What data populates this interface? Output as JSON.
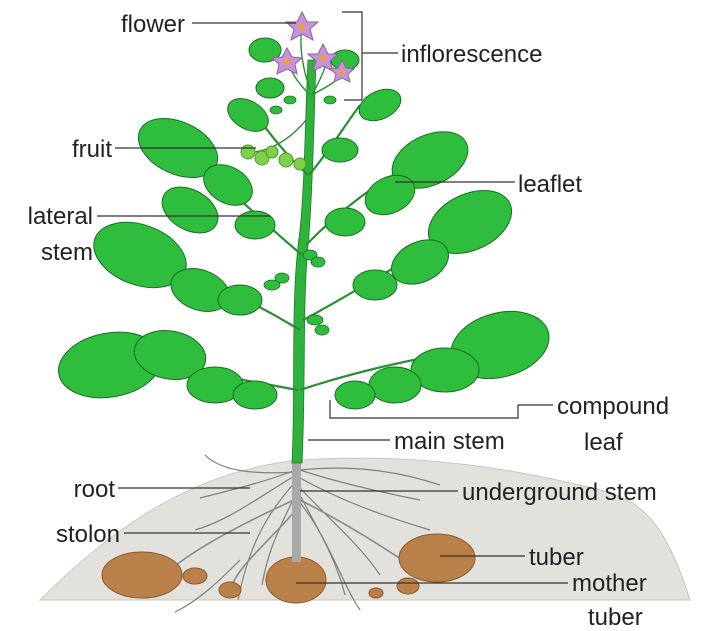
{
  "labels": {
    "flower": "flower",
    "inflorescence": "inflorescence",
    "fruit": "fruit",
    "lateral_stem_1": "lateral",
    "lateral_stem_2": "stem",
    "leaflet": "leaflet",
    "compound_leaf_1": "compound",
    "compound_leaf_2": "leaf",
    "main_stem": "main stem",
    "root": "root",
    "underground_stem": "underground stem",
    "stolon": "stolon",
    "tuber": "tuber",
    "mother_tuber_1": "mother",
    "mother_tuber_2": "tuber"
  },
  "colors": {
    "leaf": "#2ebd3c",
    "leaf_vein": "#1a6e22",
    "stem": "#2fb23b",
    "flower": "#c792d8",
    "flower_center": "#f2a21b",
    "fruit": "#7fd04a",
    "soil": "#e3e1dc",
    "tuber": "#b9804a",
    "root": "#7f7f7f",
    "underground_stem": "#a9a9a9",
    "leader_line": "#333333"
  }
}
